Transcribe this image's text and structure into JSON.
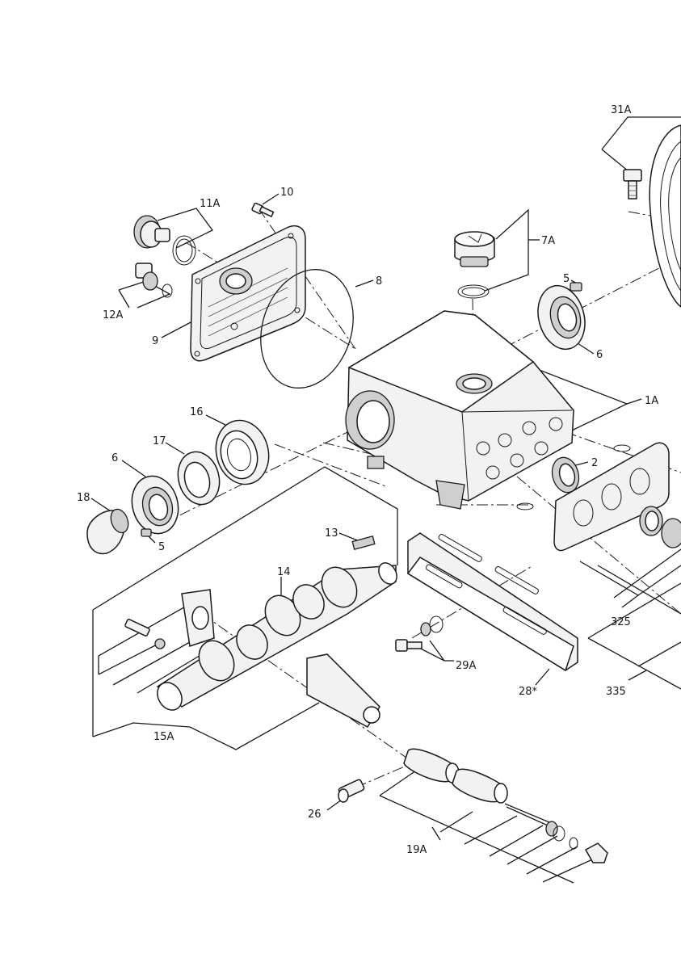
{
  "labels": {
    "p31A": "31A",
    "p10": "10",
    "p11A": "11A",
    "p7A": "7A",
    "p8": "8",
    "p12A": "12A",
    "p9": "9",
    "p5a": "5",
    "p6a": "6",
    "p1A": "1A",
    "p16": "16",
    "p17": "17",
    "p6b": "6",
    "p2": "2",
    "p18": "18",
    "p5b": "5",
    "p13": "13",
    "p14": "14",
    "p325": "325",
    "p29A": "29A",
    "p28": "28*",
    "p335": "335",
    "p15A": "15A",
    "p26": "26",
    "p19A": "19A"
  }
}
